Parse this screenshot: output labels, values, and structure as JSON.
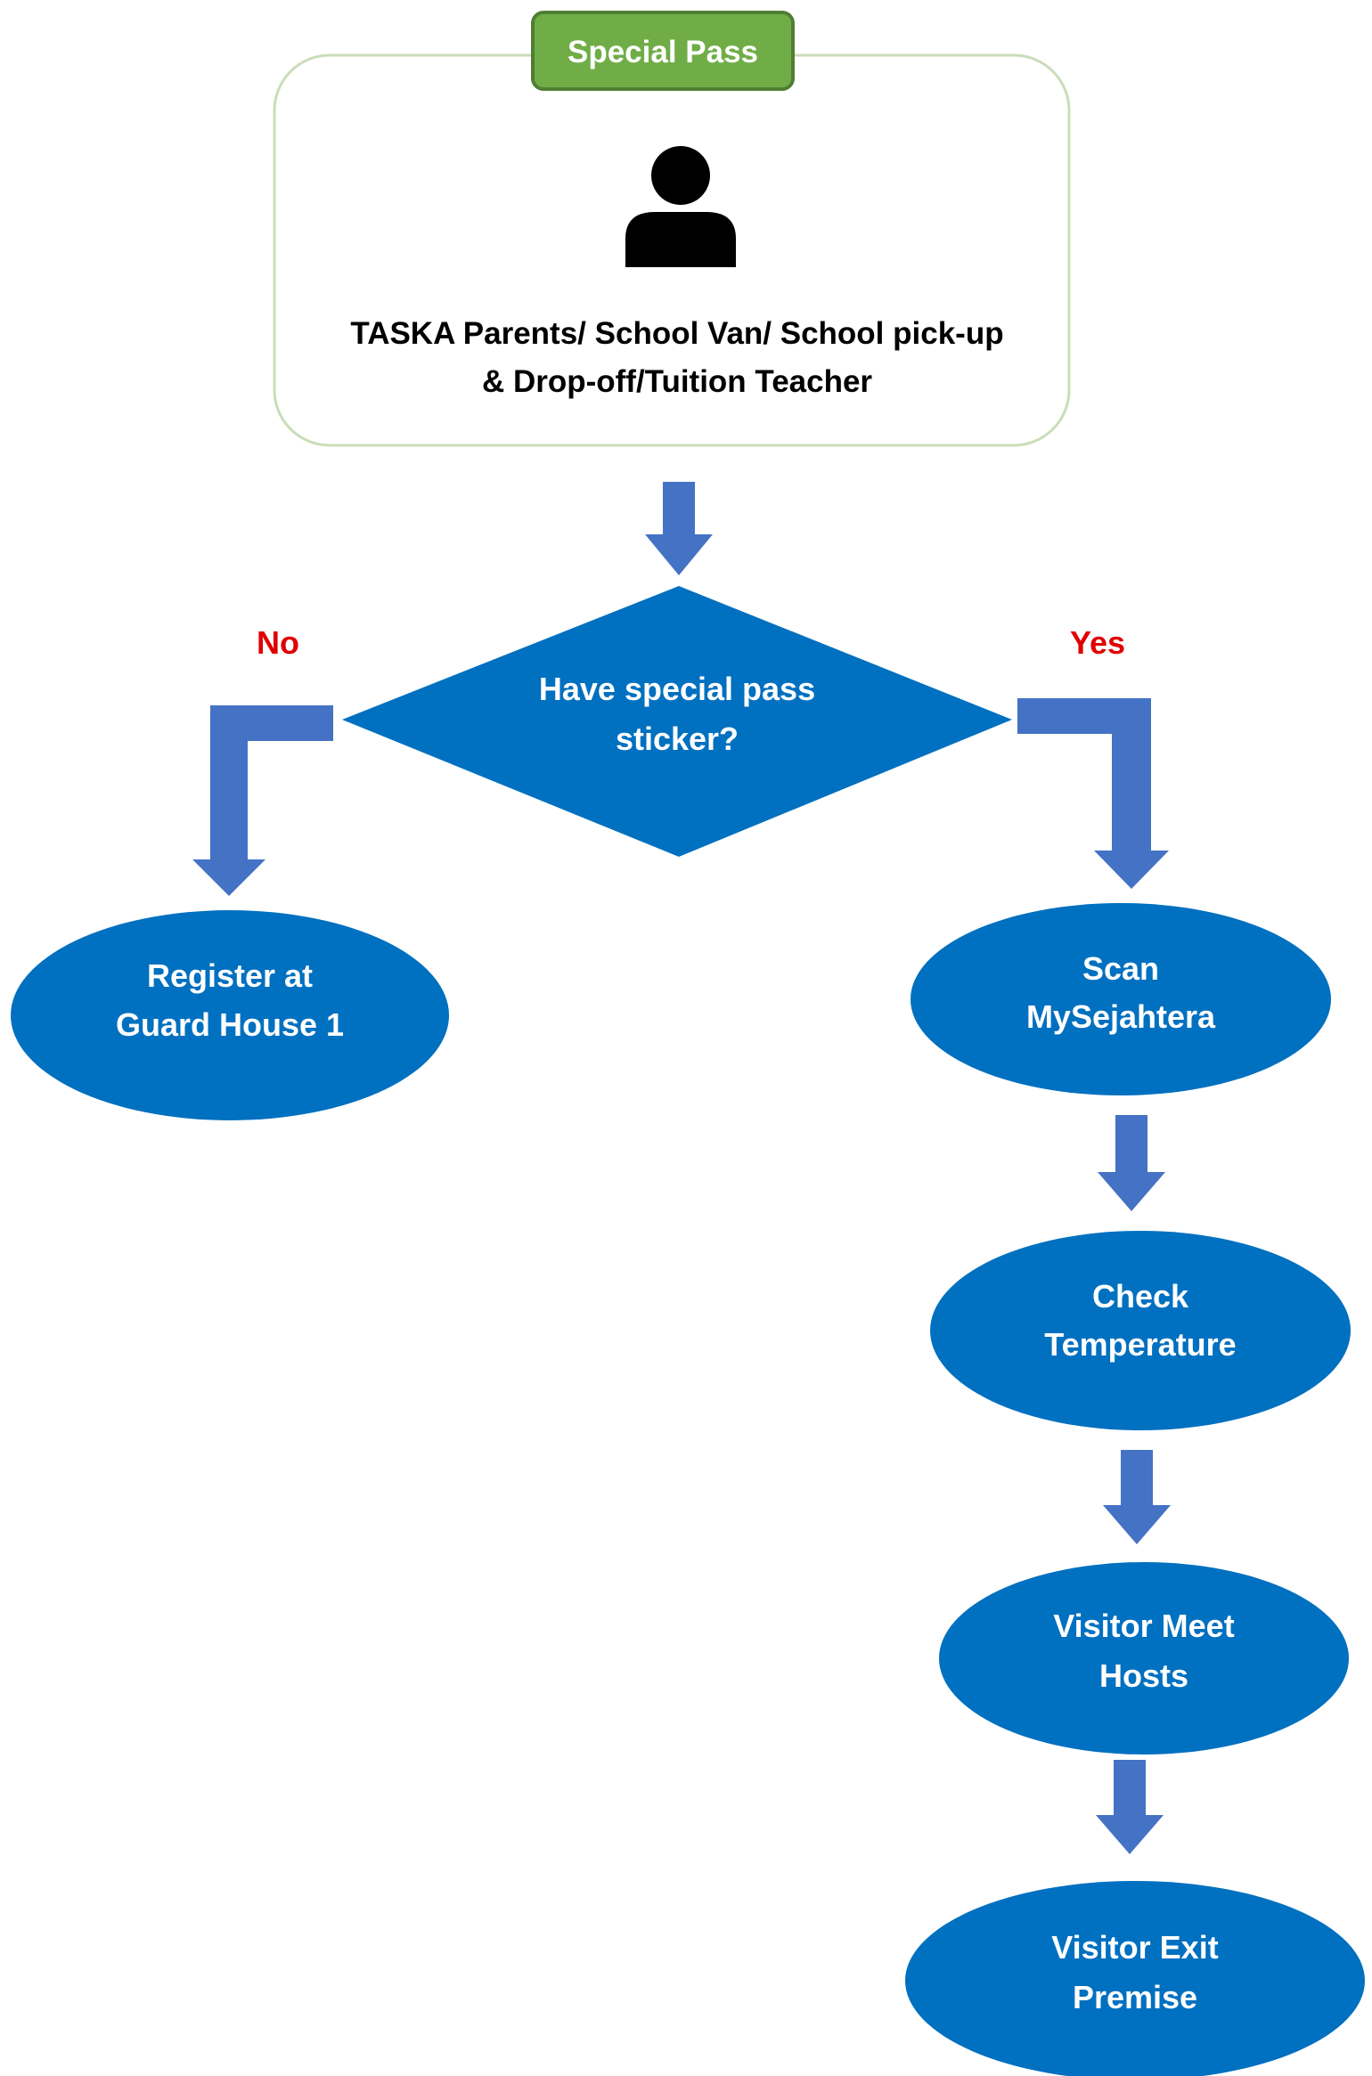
{
  "header": {
    "label": "Special Pass"
  },
  "actor": {
    "icon": "person-icon",
    "line1": "TASKA Parents/ School Van/ School pick-up",
    "line2": "& Drop-off/Tuition Teacher"
  },
  "decision": {
    "line1": "Have special pass",
    "line2": "sticker?",
    "no_label": "No",
    "yes_label": "Yes"
  },
  "nodes": {
    "register": {
      "line1": "Register at",
      "line2": "Guard House 1"
    },
    "scan": {
      "line1": "Scan",
      "line2": "MySejahtera"
    },
    "temperature": {
      "line1": "Check",
      "line2": "Temperature"
    },
    "meet": {
      "line1": "Visitor Meet",
      "line2": "Hosts"
    },
    "exit": {
      "line1": "Visitor Exit",
      "line2": "Premise"
    }
  },
  "colors": {
    "node_fill": "#0070C0",
    "arrow_fill": "#4472C4",
    "header_fill": "#70AD47",
    "header_border": "#507E32",
    "container_border": "#C9DDB8",
    "branch_label": "#E00000",
    "node_text": "#ffffff",
    "actor_text": "#000000"
  }
}
